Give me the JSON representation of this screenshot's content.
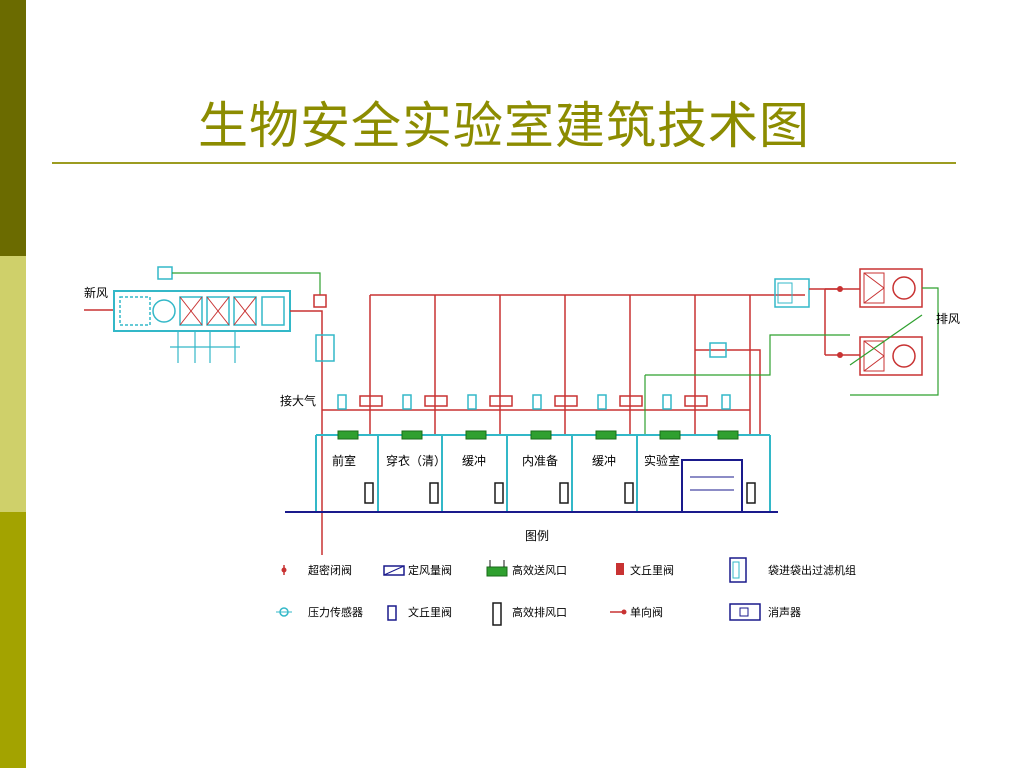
{
  "slide": {
    "title": "生物安全实验室建筑技术图",
    "colors": {
      "sidebar_top": "#6b6b00",
      "sidebar_mid": "#cfd06a",
      "sidebar_bot": "#a3a300",
      "title": "#8c8c00",
      "supply": "#33b8c8",
      "exhaust": "#c83232",
      "green": "#2fa02f"
    }
  },
  "diagram": {
    "labels": {
      "fresh_air": "新风",
      "exhaust_air": "排风",
      "to_atmosphere": "接大气",
      "legend_title": "图例"
    },
    "rooms": [
      {
        "name": "前室"
      },
      {
        "name": "穿衣（清）"
      },
      {
        "name": "缓冲"
      },
      {
        "name": "内准备"
      },
      {
        "name": "缓冲"
      },
      {
        "name": "实验室"
      }
    ],
    "legend": [
      {
        "icon": "super-tight-valve-icon",
        "label": "超密闭阀"
      },
      {
        "icon": "fixed-air-volume-valve-icon",
        "label": "定风量阀"
      },
      {
        "icon": "hepa-supply-outlet-icon",
        "label": "高效送风口"
      },
      {
        "icon": "venturi-valve-red-icon",
        "label": "文丘里阀"
      },
      {
        "icon": "bag-in-bag-out-filter-icon",
        "label": "袋进袋出过滤机组"
      },
      {
        "icon": "pressure-sensor-icon",
        "label": "压力传感器"
      },
      {
        "icon": "venturi-valve-blue-icon",
        "label": "文丘里阀"
      },
      {
        "icon": "hepa-exhaust-outlet-icon",
        "label": "高效排风口"
      },
      {
        "icon": "check-valve-icon",
        "label": "单向阀"
      },
      {
        "icon": "silencer-icon",
        "label": "消声器"
      }
    ]
  }
}
